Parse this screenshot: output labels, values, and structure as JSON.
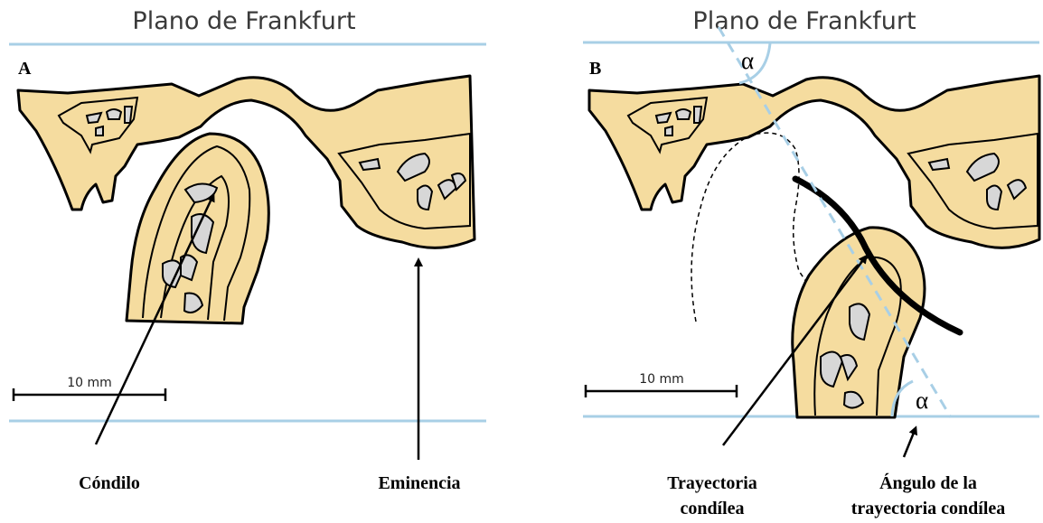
{
  "panel_a": {
    "title": "Plano de Frankfurt",
    "letter": "A",
    "scale_label": "10 mm",
    "callout_condyle": "Cóndilo",
    "callout_eminence": "Eminencia"
  },
  "panel_b": {
    "title": "Plano de Frankfurt",
    "letter": "B",
    "scale_label": "10 mm",
    "alpha_top": "α",
    "alpha_bottom": "α",
    "callout_path_line1": "Trayectoria",
    "callout_path_line2": "condílea",
    "callout_angle_line1": "Ángulo de la",
    "callout_angle_line2": "trayectoria condílea"
  },
  "colors": {
    "bone": "#f5dc9f",
    "marrow": "#d7d7d7",
    "frankfurt_plane": "#a8cfe6",
    "outline": "#000000"
  }
}
